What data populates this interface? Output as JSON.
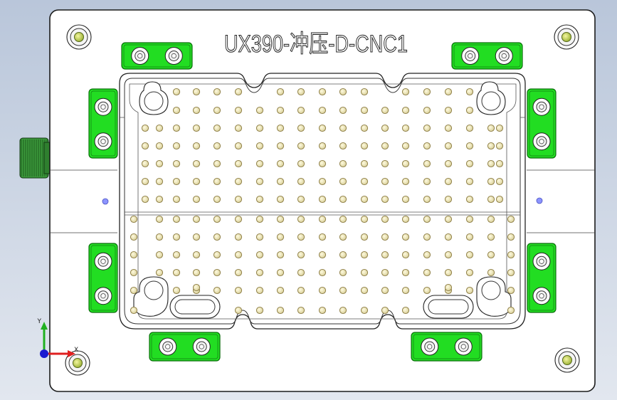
{
  "viewport": {
    "background_top": "#b9c6da",
    "background_bottom": "#e2e7ef"
  },
  "plate": {
    "color": "#ffffff",
    "outline": "#1b1b1b",
    "title": "UX390-冲压-D-CNC1"
  },
  "colors": {
    "clamp_green": "#22dd22",
    "clamp_green_dark": "#0b6e0b",
    "pin_yellow": "#f7f2c8",
    "pin_yellow_dark": "#8a7a40",
    "connector_green": "#3c9a3c",
    "marker_blue": "#8c94ff"
  },
  "triad": {
    "x_label": "X",
    "y_label": "Y",
    "x_color": "#e02020",
    "y_color": "#20b020",
    "origin_color": "#1b1bd0"
  }
}
